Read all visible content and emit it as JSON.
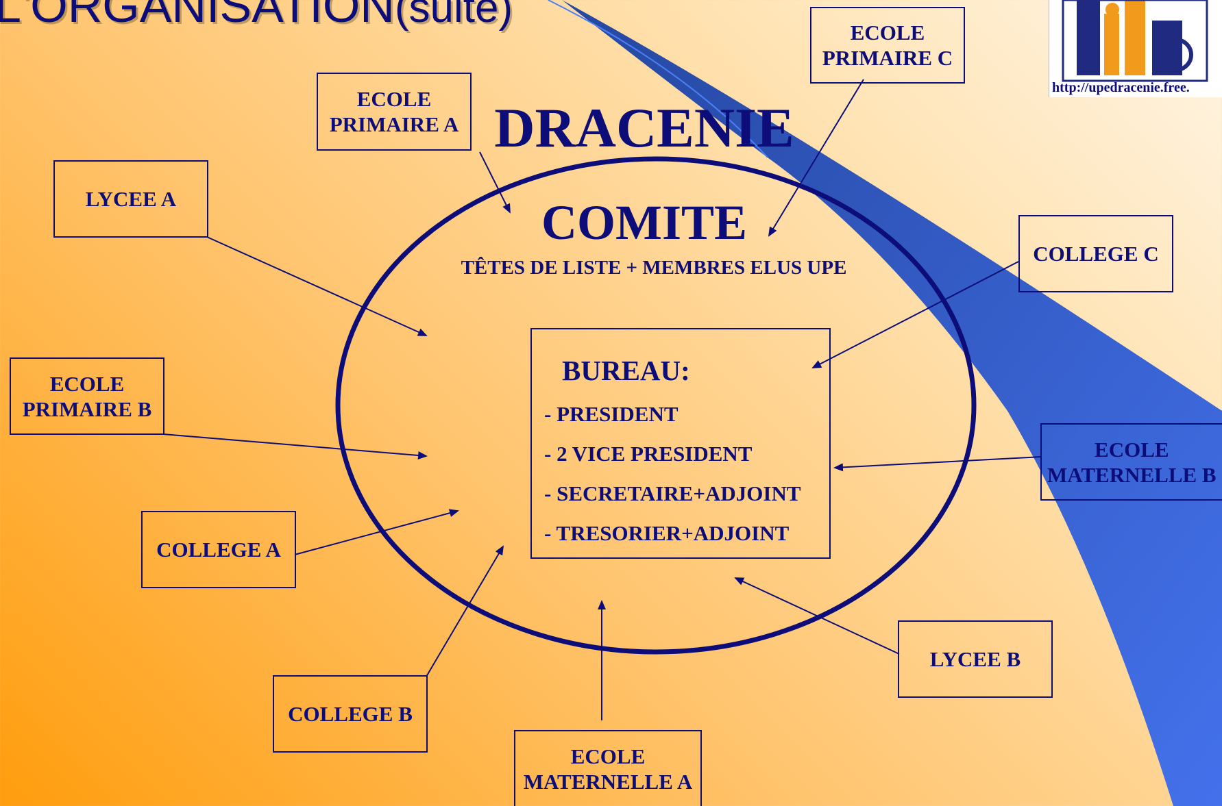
{
  "header": {
    "title": "L'ORGANISATION",
    "title_suffix": "(suite)"
  },
  "logo": {
    "url_text": "http://upedracenie.free."
  },
  "center": {
    "region": "DRACENIE",
    "comite": "COMITE",
    "subtitle": "TÊTES DE LISTE + MEMBRES ELUS UPE"
  },
  "bureau": {
    "heading": "BUREAU:",
    "items": [
      "- PRESIDENT",
      "- 2 VICE PRESIDENT",
      "- SECRETAIRE+ADJOINT",
      "- TRESORIER+ADJOINT"
    ]
  },
  "schools": {
    "ecole_primaire_a": {
      "line1": "ECOLE",
      "line2": "PRIMAIRE A"
    },
    "ecole_primaire_b": {
      "line1": "ECOLE",
      "line2": "PRIMAIRE B"
    },
    "ecole_primaire_c": {
      "line1": "ECOLE",
      "line2": "PRIMAIRE C"
    },
    "lycee_a": "LYCEE A",
    "lycee_b": "LYCEE B",
    "college_a": "COLLEGE A",
    "college_b": "COLLEGE B",
    "college_c": "COLLEGE C",
    "ecole_maternelle_a": {
      "line1": "ECOLE",
      "line2": "MATERNELLE A"
    },
    "ecole_maternelle_b": {
      "line1": "ECOLE",
      "line2": "MATERNELLE B"
    }
  },
  "colors": {
    "text": "#0d0d7a",
    "swoosh": "#2f5fe3",
    "bg_light": "#fff5e6",
    "bg_dark": "#ff9d0d"
  }
}
